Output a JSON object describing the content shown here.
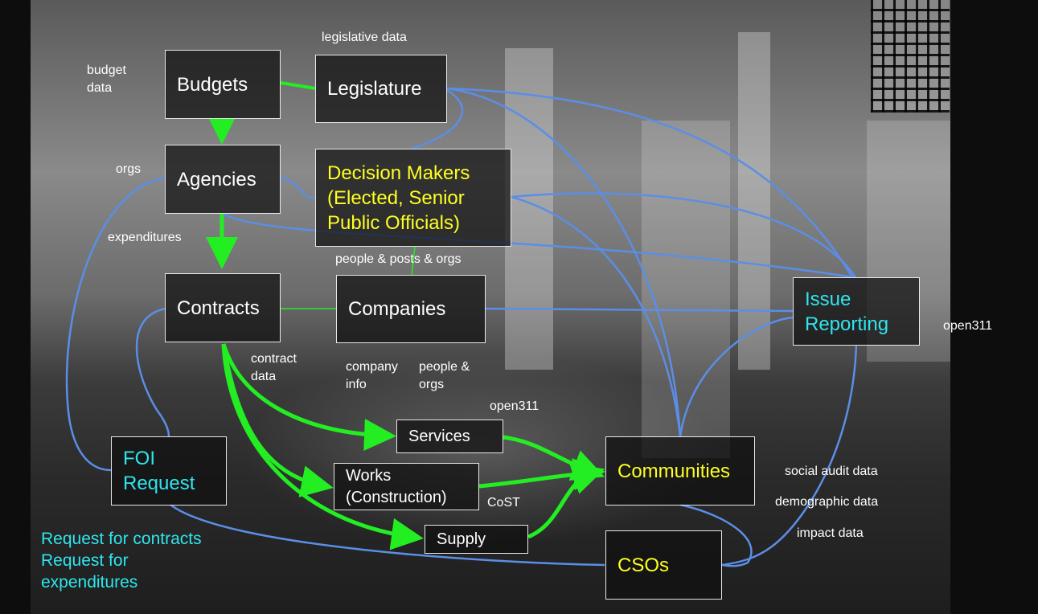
{
  "nodes": {
    "budgets": "Budgets",
    "legislature": "Legislature",
    "agencies": "Agencies",
    "decision_makers": "Decision Makers\n(Elected, Senior\nPublic Officials)",
    "contracts": "Contracts",
    "companies": "Companies",
    "issue_reporting": "Issue\nReporting",
    "foi_request": "FOI\nRequest",
    "services": "Services",
    "works": "Works\n(Construction)",
    "supply": "Supply",
    "communities": "Communities",
    "csos": "CSOs"
  },
  "labels": {
    "legislative_data": "legislative data",
    "budget_data": "budget\ndata",
    "orgs": "orgs",
    "expenditures": "expenditures",
    "people_posts_orgs": "people & posts & orgs",
    "contract_data": "contract\ndata",
    "company_info": "company\ninfo",
    "people_orgs": "people &\norgs",
    "open311_top": "open311",
    "open311_right": "open311",
    "cost": "CoST",
    "social_audit": "social audit data",
    "demographic": "demographic data",
    "impact": "impact data",
    "foi_requests": "Request for contracts\nRequest for\nexpenditures"
  },
  "colors": {
    "green": "#22ee22",
    "blue": "#5b8ee6",
    "yellow": "#ffff22",
    "cyan": "#2ee6ee"
  }
}
